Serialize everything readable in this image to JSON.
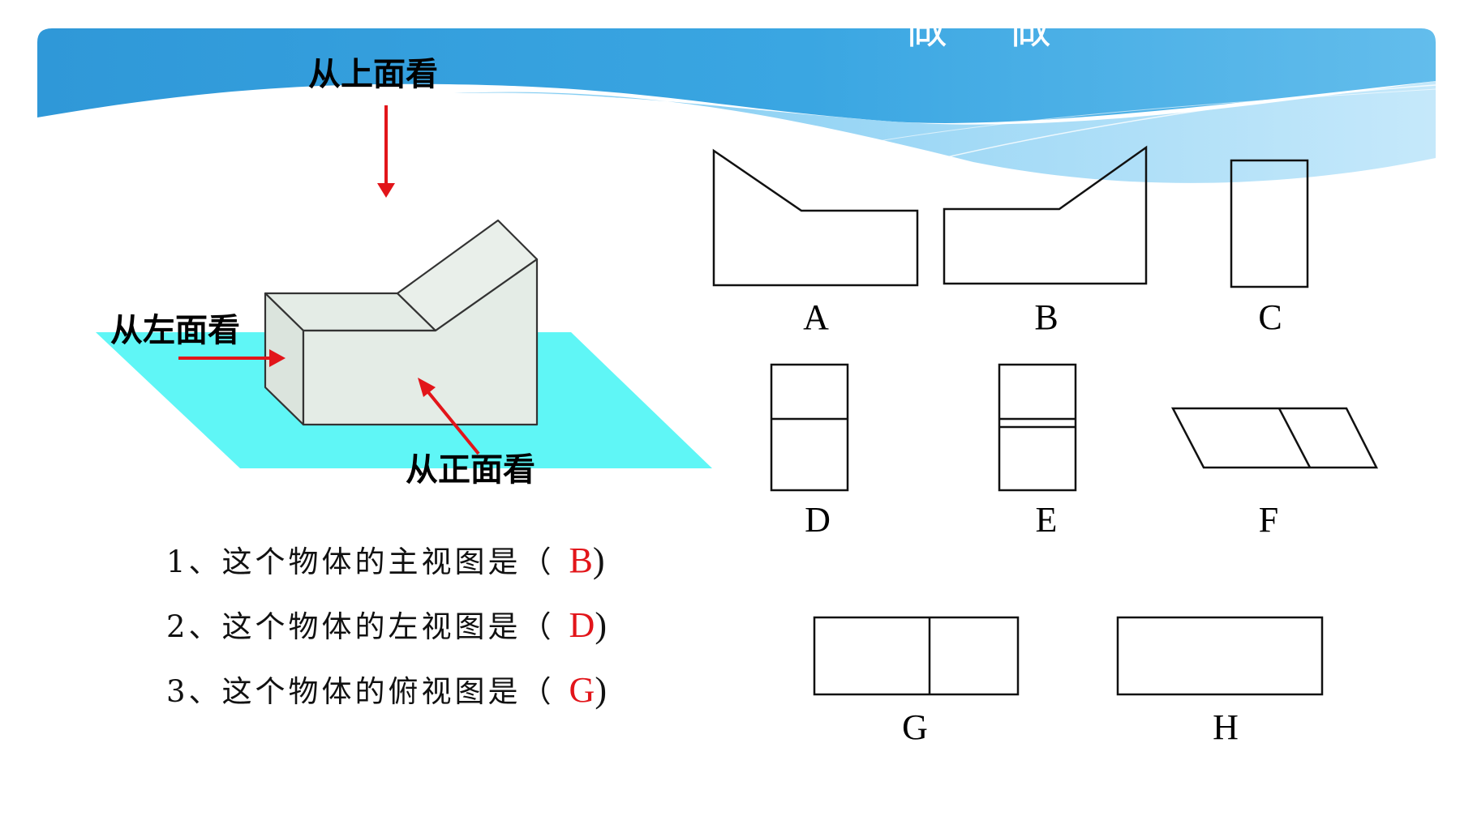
{
  "slide": {
    "title": "做一做",
    "colors": {
      "banner": "#3aa6e2",
      "banner_light": "#9fd6f4",
      "floor": "#5ff6f6",
      "solid_fill": "#e4ece6",
      "arrow": "#e2151a",
      "answer": "#e2151a"
    }
  },
  "labels": {
    "top": "从上面看",
    "left": "从左面看",
    "front": "从正面看"
  },
  "options": [
    "A",
    "B",
    "C",
    "D",
    "E",
    "F",
    "G",
    "H"
  ],
  "questions": [
    {
      "prefix": "1、这个物体的主视图是（",
      "answer": "B",
      "close": ")"
    },
    {
      "prefix": "2、这个物体的左视图是（",
      "answer": "D",
      "close": ")"
    },
    {
      "prefix": "3、这个物体的俯视图是（",
      "answer": "G",
      "close": ")"
    }
  ]
}
